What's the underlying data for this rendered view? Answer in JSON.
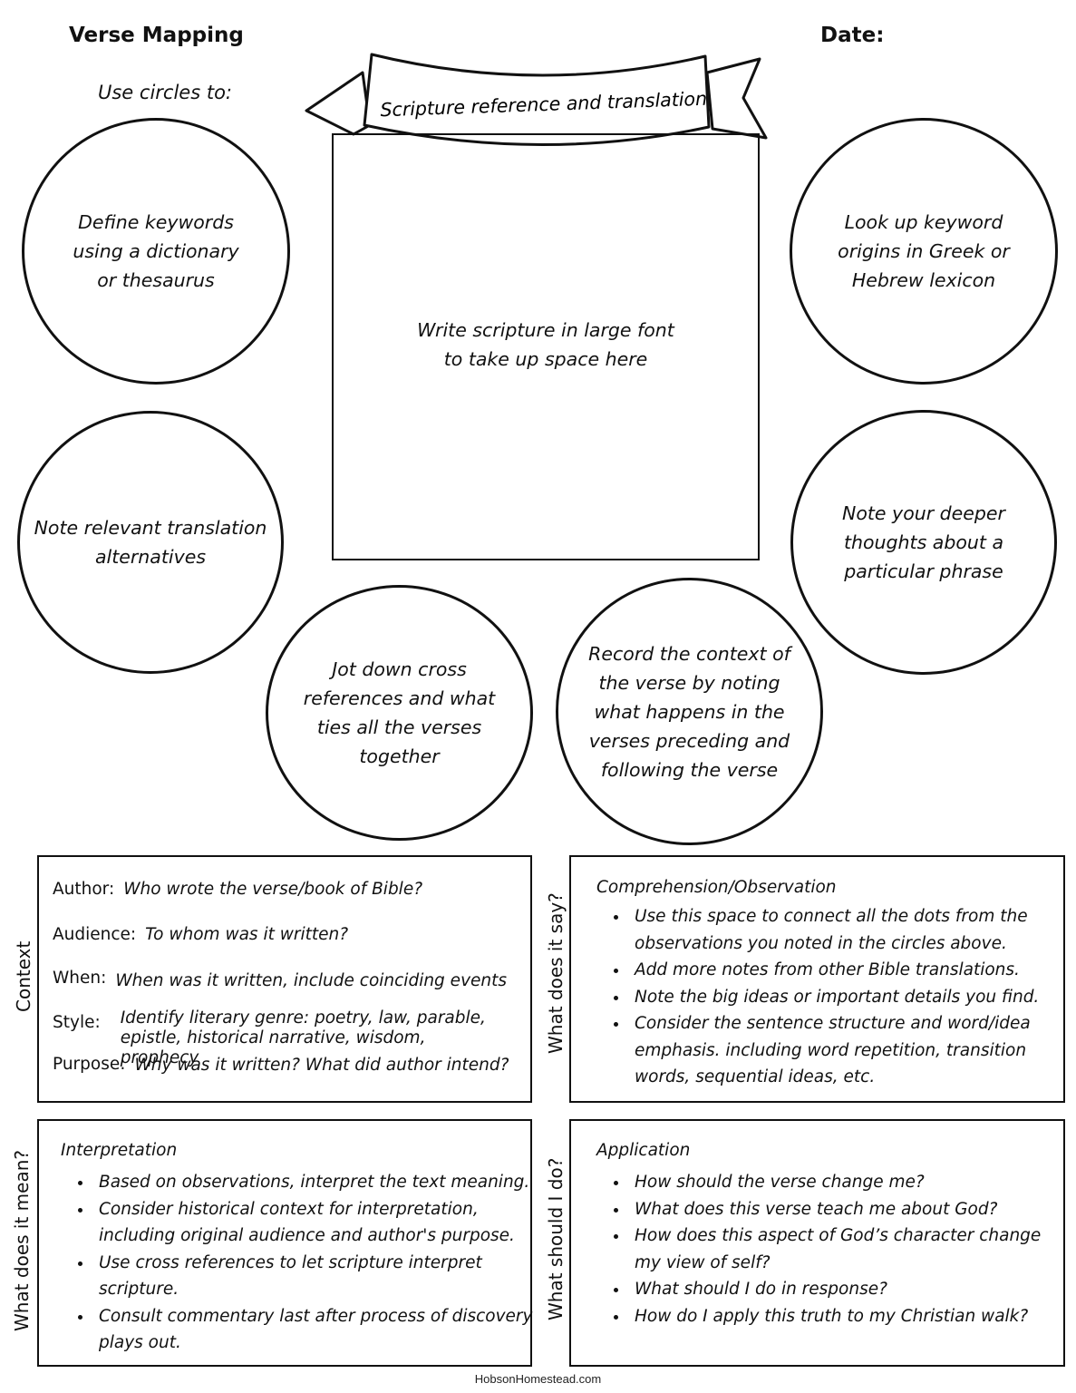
{
  "header": {
    "title": "Verse Mapping",
    "date_label": "Date:",
    "circles_intro": "Use circles to:"
  },
  "banner": {
    "text": "Scripture reference and translation"
  },
  "scripture": {
    "placeholder": "Write scripture in large font\nto take up space here"
  },
  "circles": {
    "define_keywords": "Define keywords\nusing a dictionary\nor thesaurus",
    "keyword_origins": "Look up keyword\norigins in Greek or\nHebrew lexicon",
    "translation_alternatives": "Note relevant translation\nalternatives",
    "deeper_thoughts": "Note your deeper\nthoughts about a\nparticular phrase",
    "cross_references": "Jot down cross\nreferences and what\nties all the verses\ntogether",
    "context": "Record the context of\nthe verse by noting\nwhat happens in the\nverses preceding and\nfollowing the verse"
  },
  "context_section": {
    "side_label": "Context",
    "rows": [
      {
        "label": "Author:",
        "value": "Who wrote the verse/book of Bible?"
      },
      {
        "label": "Audience:",
        "value": "To whom was it written?"
      },
      {
        "label": "When:",
        "value": "When was it written, include coinciding events"
      },
      {
        "label": "Style:",
        "value": "Identify literary genre: poetry, law, parable, epistle, historical narrative, wisdom, prophecy"
      },
      {
        "label": "Purpose:",
        "value": "Why was it written? What did author intend?"
      }
    ]
  },
  "comprehension_section": {
    "side_label": "What does it say?",
    "heading": "Comprehension/Observation",
    "items": [
      "Use this space to connect all the dots from the observations you noted in the circles above.",
      "Add more notes from other Bible translations.",
      "Note the big ideas or important details you find.",
      "Consider the sentence structure and word/idea emphasis. including word repetition, transition words, sequential ideas, etc."
    ]
  },
  "interpretation_section": {
    "side_label": "What does it mean?",
    "heading": "Interpretation",
    "items": [
      "Based on observations, interpret the text meaning.",
      "Consider historical context for interpretation, including original audience and author's purpose.",
      "Use cross references to let scripture interpret scripture.",
      "Consult commentary last after process of discovery plays out."
    ]
  },
  "application_section": {
    "side_label": "What should I do?",
    "heading": "Application",
    "items": [
      "How should the verse change me?",
      "What does this verse teach me about God?",
      "How does this aspect of God’s character change my view of self?",
      "What should I do in response?",
      "How do I apply this truth to my Christian walk?"
    ]
  },
  "footer": {
    "text": "HobsonHomestead.com"
  }
}
